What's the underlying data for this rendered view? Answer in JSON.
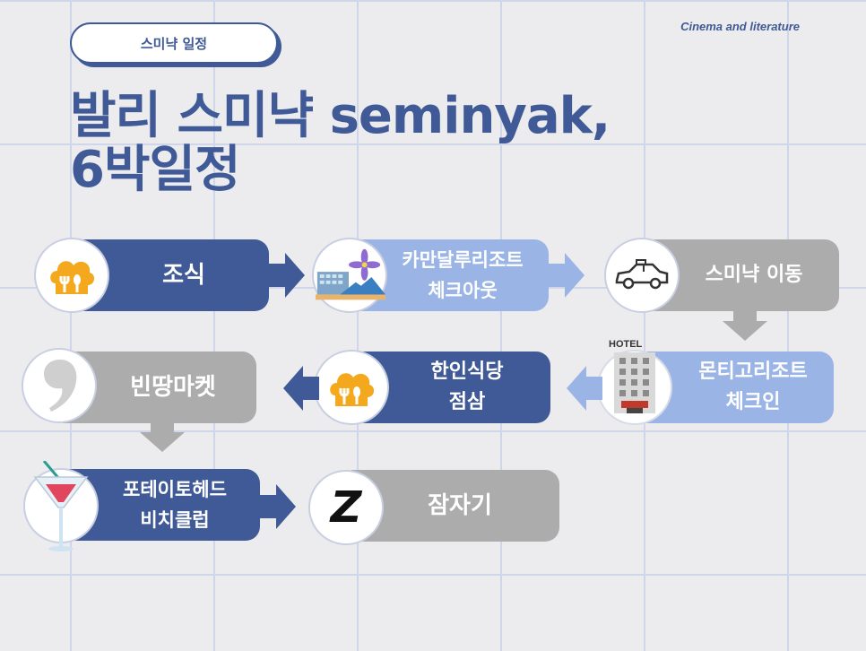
{
  "header": {
    "tag_label": "스미냑 일정",
    "top_right": "Cinema and literature",
    "title_line1": "발리 스미냑 seminyak,",
    "title_line2": "6박일정"
  },
  "steps": {
    "breakfast": "조식",
    "checkout": "카만달루리조트\n체크아웃",
    "move": "스미냑 이동",
    "checkin": "몬티고리조트\n체크인",
    "lunch": "한인식당\n점삼",
    "market": "빈땅마켓",
    "beachclub": "포테이토헤드\n비치클럽",
    "sleep": "잠자기"
  },
  "icons": {
    "breakfast": "chef-hat-cutlery-icon",
    "checkout": "resort-icon",
    "move": "car-icon",
    "checkin": "hotel-icon",
    "hotel_sign": "HOTEL",
    "lunch": "chef-hat-cutlery-icon",
    "market": "comma-icon",
    "beachclub": "cocktail-icon",
    "sleep": "z-letter-icon",
    "sleep_glyph": "Z"
  },
  "colors": {
    "dark": "#3f5a96",
    "light": "#9bb4e6",
    "gray": "#acacac",
    "grid": "#cfd6ea"
  }
}
